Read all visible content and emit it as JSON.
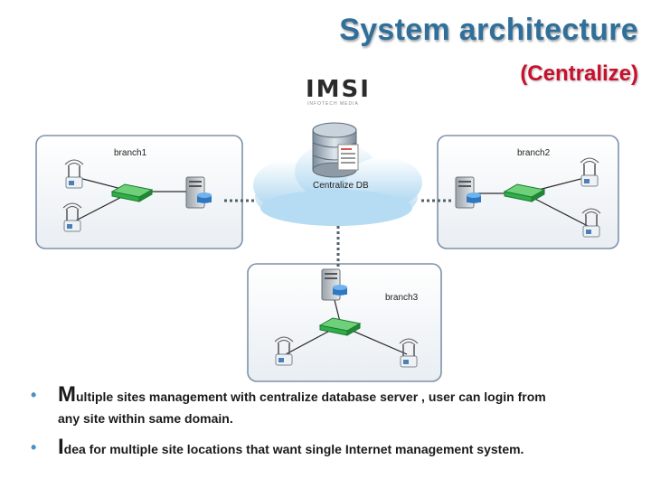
{
  "header": {
    "title": "System architecture",
    "subtitle": "(Centralize)"
  },
  "logo": {
    "text": "IMSI",
    "tagline": "INFOTECH MEDIA"
  },
  "labels": {
    "branch1": "branch1",
    "branch2": "branch2",
    "branch3": "branch3",
    "central": "Centralize DB"
  },
  "bullets": [
    {
      "first_letter": "M",
      "rest": "ultiple sites management with centralize database server , user can login from",
      "continuation": "any site within same domain."
    },
    {
      "first_letter": "I",
      "rest": "dea for multiple site locations that want single Internet management system.",
      "continuation": ""
    }
  ],
  "colors": {
    "title": "#2f6f9a",
    "subtitle": "#c8102e",
    "bullet": "#4a90c8",
    "router": "#2fae4a"
  }
}
